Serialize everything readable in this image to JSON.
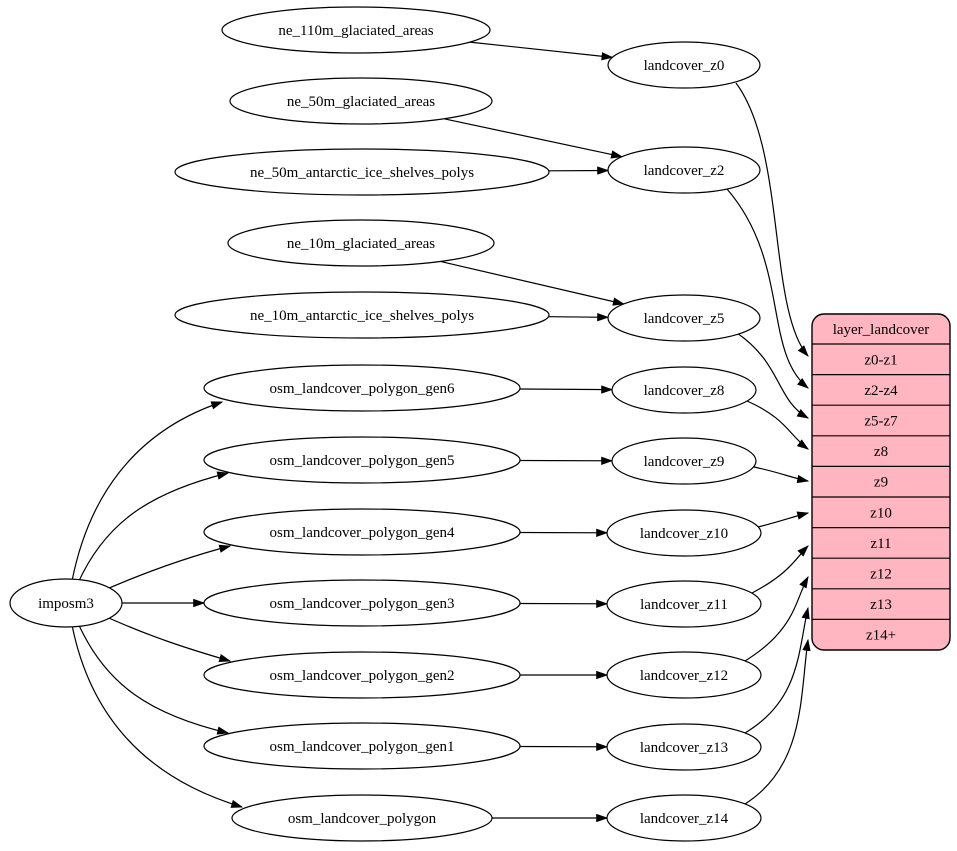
{
  "diagram": {
    "type": "graphviz-dependency-graph",
    "colors": {
      "background": "#ffffff",
      "node_fill": "#ffffff",
      "node_stroke": "#000000",
      "edge": "#000000",
      "table_fill": "#ffb6c1",
      "table_stroke": "#000000",
      "text": "#000000"
    },
    "nodes": [
      {
        "id": "imposm3",
        "label": "imposm3"
      },
      {
        "id": "ne_110m_glaciated_areas",
        "label": "ne_110m_glaciated_areas"
      },
      {
        "id": "ne_50m_glaciated_areas",
        "label": "ne_50m_glaciated_areas"
      },
      {
        "id": "ne_50m_antarctic_ice_shelves_polys",
        "label": "ne_50m_antarctic_ice_shelves_polys"
      },
      {
        "id": "ne_10m_glaciated_areas",
        "label": "ne_10m_glaciated_areas"
      },
      {
        "id": "ne_10m_antarctic_ice_shelves_polys",
        "label": "ne_10m_antarctic_ice_shelves_polys"
      },
      {
        "id": "osm_landcover_polygon_gen6",
        "label": "osm_landcover_polygon_gen6"
      },
      {
        "id": "osm_landcover_polygon_gen5",
        "label": "osm_landcover_polygon_gen5"
      },
      {
        "id": "osm_landcover_polygon_gen4",
        "label": "osm_landcover_polygon_gen4"
      },
      {
        "id": "osm_landcover_polygon_gen3",
        "label": "osm_landcover_polygon_gen3"
      },
      {
        "id": "osm_landcover_polygon_gen2",
        "label": "osm_landcover_polygon_gen2"
      },
      {
        "id": "osm_landcover_polygon_gen1",
        "label": "osm_landcover_polygon_gen1"
      },
      {
        "id": "osm_landcover_polygon",
        "label": "osm_landcover_polygon"
      },
      {
        "id": "landcover_z0",
        "label": "landcover_z0"
      },
      {
        "id": "landcover_z2",
        "label": "landcover_z2"
      },
      {
        "id": "landcover_z5",
        "label": "landcover_z5"
      },
      {
        "id": "landcover_z8",
        "label": "landcover_z8"
      },
      {
        "id": "landcover_z9",
        "label": "landcover_z9"
      },
      {
        "id": "landcover_z10",
        "label": "landcover_z10"
      },
      {
        "id": "landcover_z11",
        "label": "landcover_z11"
      },
      {
        "id": "landcover_z12",
        "label": "landcover_z12"
      },
      {
        "id": "landcover_z13",
        "label": "landcover_z13"
      },
      {
        "id": "landcover_z14",
        "label": "landcover_z14"
      }
    ],
    "table": {
      "id": "layer_landcover",
      "title": "layer_landcover",
      "rows": [
        "z0-z1",
        "z2-z4",
        "z5-z7",
        "z8",
        "z9",
        "z10",
        "z11",
        "z12",
        "z13",
        "z14+"
      ]
    },
    "edges": [
      {
        "from": "ne_110m_glaciated_areas",
        "to": "landcover_z0"
      },
      {
        "from": "ne_50m_glaciated_areas",
        "to": "landcover_z2"
      },
      {
        "from": "ne_50m_antarctic_ice_shelves_polys",
        "to": "landcover_z2"
      },
      {
        "from": "ne_10m_glaciated_areas",
        "to": "landcover_z5"
      },
      {
        "from": "ne_10m_antarctic_ice_shelves_polys",
        "to": "landcover_z5"
      },
      {
        "from": "osm_landcover_polygon_gen6",
        "to": "landcover_z8"
      },
      {
        "from": "osm_landcover_polygon_gen5",
        "to": "landcover_z9"
      },
      {
        "from": "osm_landcover_polygon_gen4",
        "to": "landcover_z10"
      },
      {
        "from": "osm_landcover_polygon_gen3",
        "to": "landcover_z11"
      },
      {
        "from": "osm_landcover_polygon_gen2",
        "to": "landcover_z12"
      },
      {
        "from": "osm_landcover_polygon_gen1",
        "to": "landcover_z13"
      },
      {
        "from": "osm_landcover_polygon",
        "to": "landcover_z14"
      },
      {
        "from": "imposm3",
        "to": "osm_landcover_polygon_gen6"
      },
      {
        "from": "imposm3",
        "to": "osm_landcover_polygon_gen5"
      },
      {
        "from": "imposm3",
        "to": "osm_landcover_polygon_gen4"
      },
      {
        "from": "imposm3",
        "to": "osm_landcover_polygon_gen3"
      },
      {
        "from": "imposm3",
        "to": "osm_landcover_polygon_gen2"
      },
      {
        "from": "imposm3",
        "to": "osm_landcover_polygon_gen1"
      },
      {
        "from": "imposm3",
        "to": "osm_landcover_polygon"
      },
      {
        "from": "landcover_z0",
        "to": "layer_landcover:z0-z1"
      },
      {
        "from": "landcover_z2",
        "to": "layer_landcover:z2-z4"
      },
      {
        "from": "landcover_z5",
        "to": "layer_landcover:z5-z7"
      },
      {
        "from": "landcover_z8",
        "to": "layer_landcover:z8"
      },
      {
        "from": "landcover_z9",
        "to": "layer_landcover:z9"
      },
      {
        "from": "landcover_z10",
        "to": "layer_landcover:z10"
      },
      {
        "from": "landcover_z11",
        "to": "layer_landcover:z11"
      },
      {
        "from": "landcover_z12",
        "to": "layer_landcover:z12"
      },
      {
        "from": "landcover_z13",
        "to": "layer_landcover:z13"
      },
      {
        "from": "landcover_z14",
        "to": "layer_landcover:z14+"
      }
    ]
  }
}
